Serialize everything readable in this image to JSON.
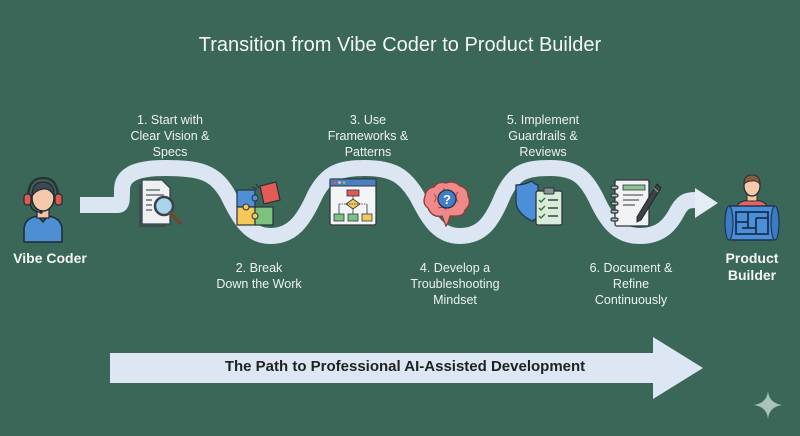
{
  "title": "Transition from Vibe Coder to Product Builder",
  "start": {
    "label": "Vibe Coder",
    "icon": "headset-person-icon"
  },
  "end": {
    "label_line1": "Product",
    "label_line2": "Builder",
    "icon": "person-blueprint-icon"
  },
  "steps": [
    {
      "number": 1,
      "lines": [
        "1. Start with",
        "Clear Vision &",
        "Specs"
      ],
      "icon": "document-search-icon",
      "position": "above"
    },
    {
      "number": 2,
      "lines": [
        "2. Break",
        "Down the Work"
      ],
      "icon": "puzzle-icon",
      "position": "below"
    },
    {
      "number": 3,
      "lines": [
        "3. Use",
        "Frameworks &",
        "Patterns"
      ],
      "icon": "flowchart-window-icon",
      "position": "above"
    },
    {
      "number": 4,
      "lines": [
        "4. Develop a",
        "Troubleshooting",
        "Mindset"
      ],
      "icon": "brain-question-icon",
      "position": "below"
    },
    {
      "number": 5,
      "lines": [
        "5. Implement",
        "Guardrails &",
        "Reviews"
      ],
      "icon": "shield-checklist-icon",
      "position": "above"
    },
    {
      "number": 6,
      "lines": [
        "6. Document &",
        "Refine",
        "Continuously"
      ],
      "icon": "notebook-pen-icon",
      "position": "below"
    }
  ],
  "banner": {
    "text": "The Path to Professional AI-Assisted Development"
  },
  "colors": {
    "background": "#3b6758",
    "path": "#dbe6f2",
    "text": "#f2f4f2",
    "banner": "#dde7f3",
    "banner_text": "#1d2220"
  }
}
